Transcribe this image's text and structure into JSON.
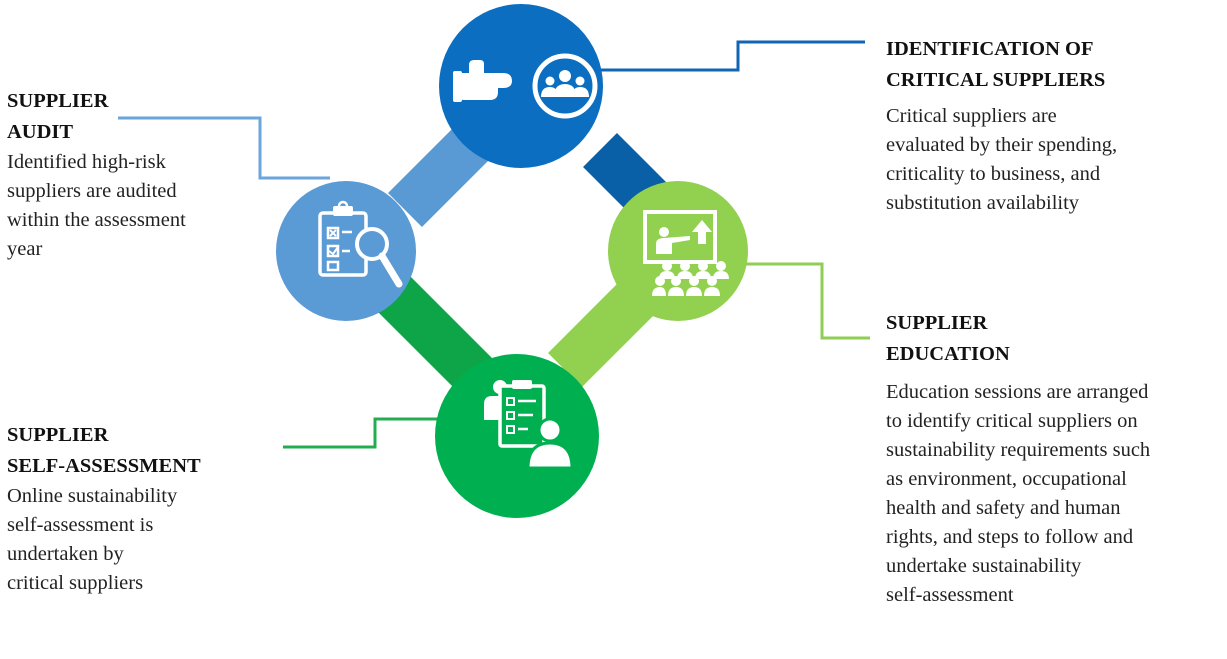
{
  "colors": {
    "identification": "#0b6ec0",
    "identification_line": "#1166b4",
    "audit": "#5b9bd5",
    "audit_line": "#6aa6dc",
    "education": "#92d050",
    "education_line": "#8fce55",
    "self_assessment": "#00b050",
    "self_assessment_line": "#22ae50",
    "connector_top_left": "#5a9ad4",
    "connector_top_right": "#0a60a6",
    "connector_bottom_left": "#0ea548",
    "connector_bottom_right": "#92d050"
  },
  "nodes": {
    "identification": {
      "icon": "pointing-hand-group-icon",
      "title_lines": [
        "IDENTIFICATION OF",
        "CRITICAL SUPPLIERS"
      ],
      "desc_lines": [
        "Critical suppliers are",
        "evaluated by their spending,",
        "criticality to business, and",
        "substitution availability"
      ]
    },
    "audit": {
      "icon": "clipboard-magnifier-icon",
      "title_lines": [
        "SUPPLIER",
        "AUDIT"
      ],
      "desc_lines": [
        "Identified high-risk",
        "suppliers are audited",
        "within the assessment",
        "year"
      ]
    },
    "education": {
      "icon": "presentation-audience-icon",
      "title_lines": [
        "SUPPLIER",
        "EDUCATION"
      ],
      "desc_lines": [
        "Education sessions are arranged",
        "to identify critical suppliers on",
        "sustainability requirements such",
        "as environment, occupational",
        "health and safety and human",
        "rights, and steps to follow and",
        "undertake sustainability",
        "self-assessment"
      ]
    },
    "self_assessment": {
      "icon": "checklist-person-icon",
      "title_lines": [
        "SUPPLIER",
        "SELF-ASSESSMENT"
      ],
      "desc_lines": [
        "Online sustainability",
        "self-assessment is",
        "undertaken by",
        "critical suppliers"
      ]
    }
  }
}
